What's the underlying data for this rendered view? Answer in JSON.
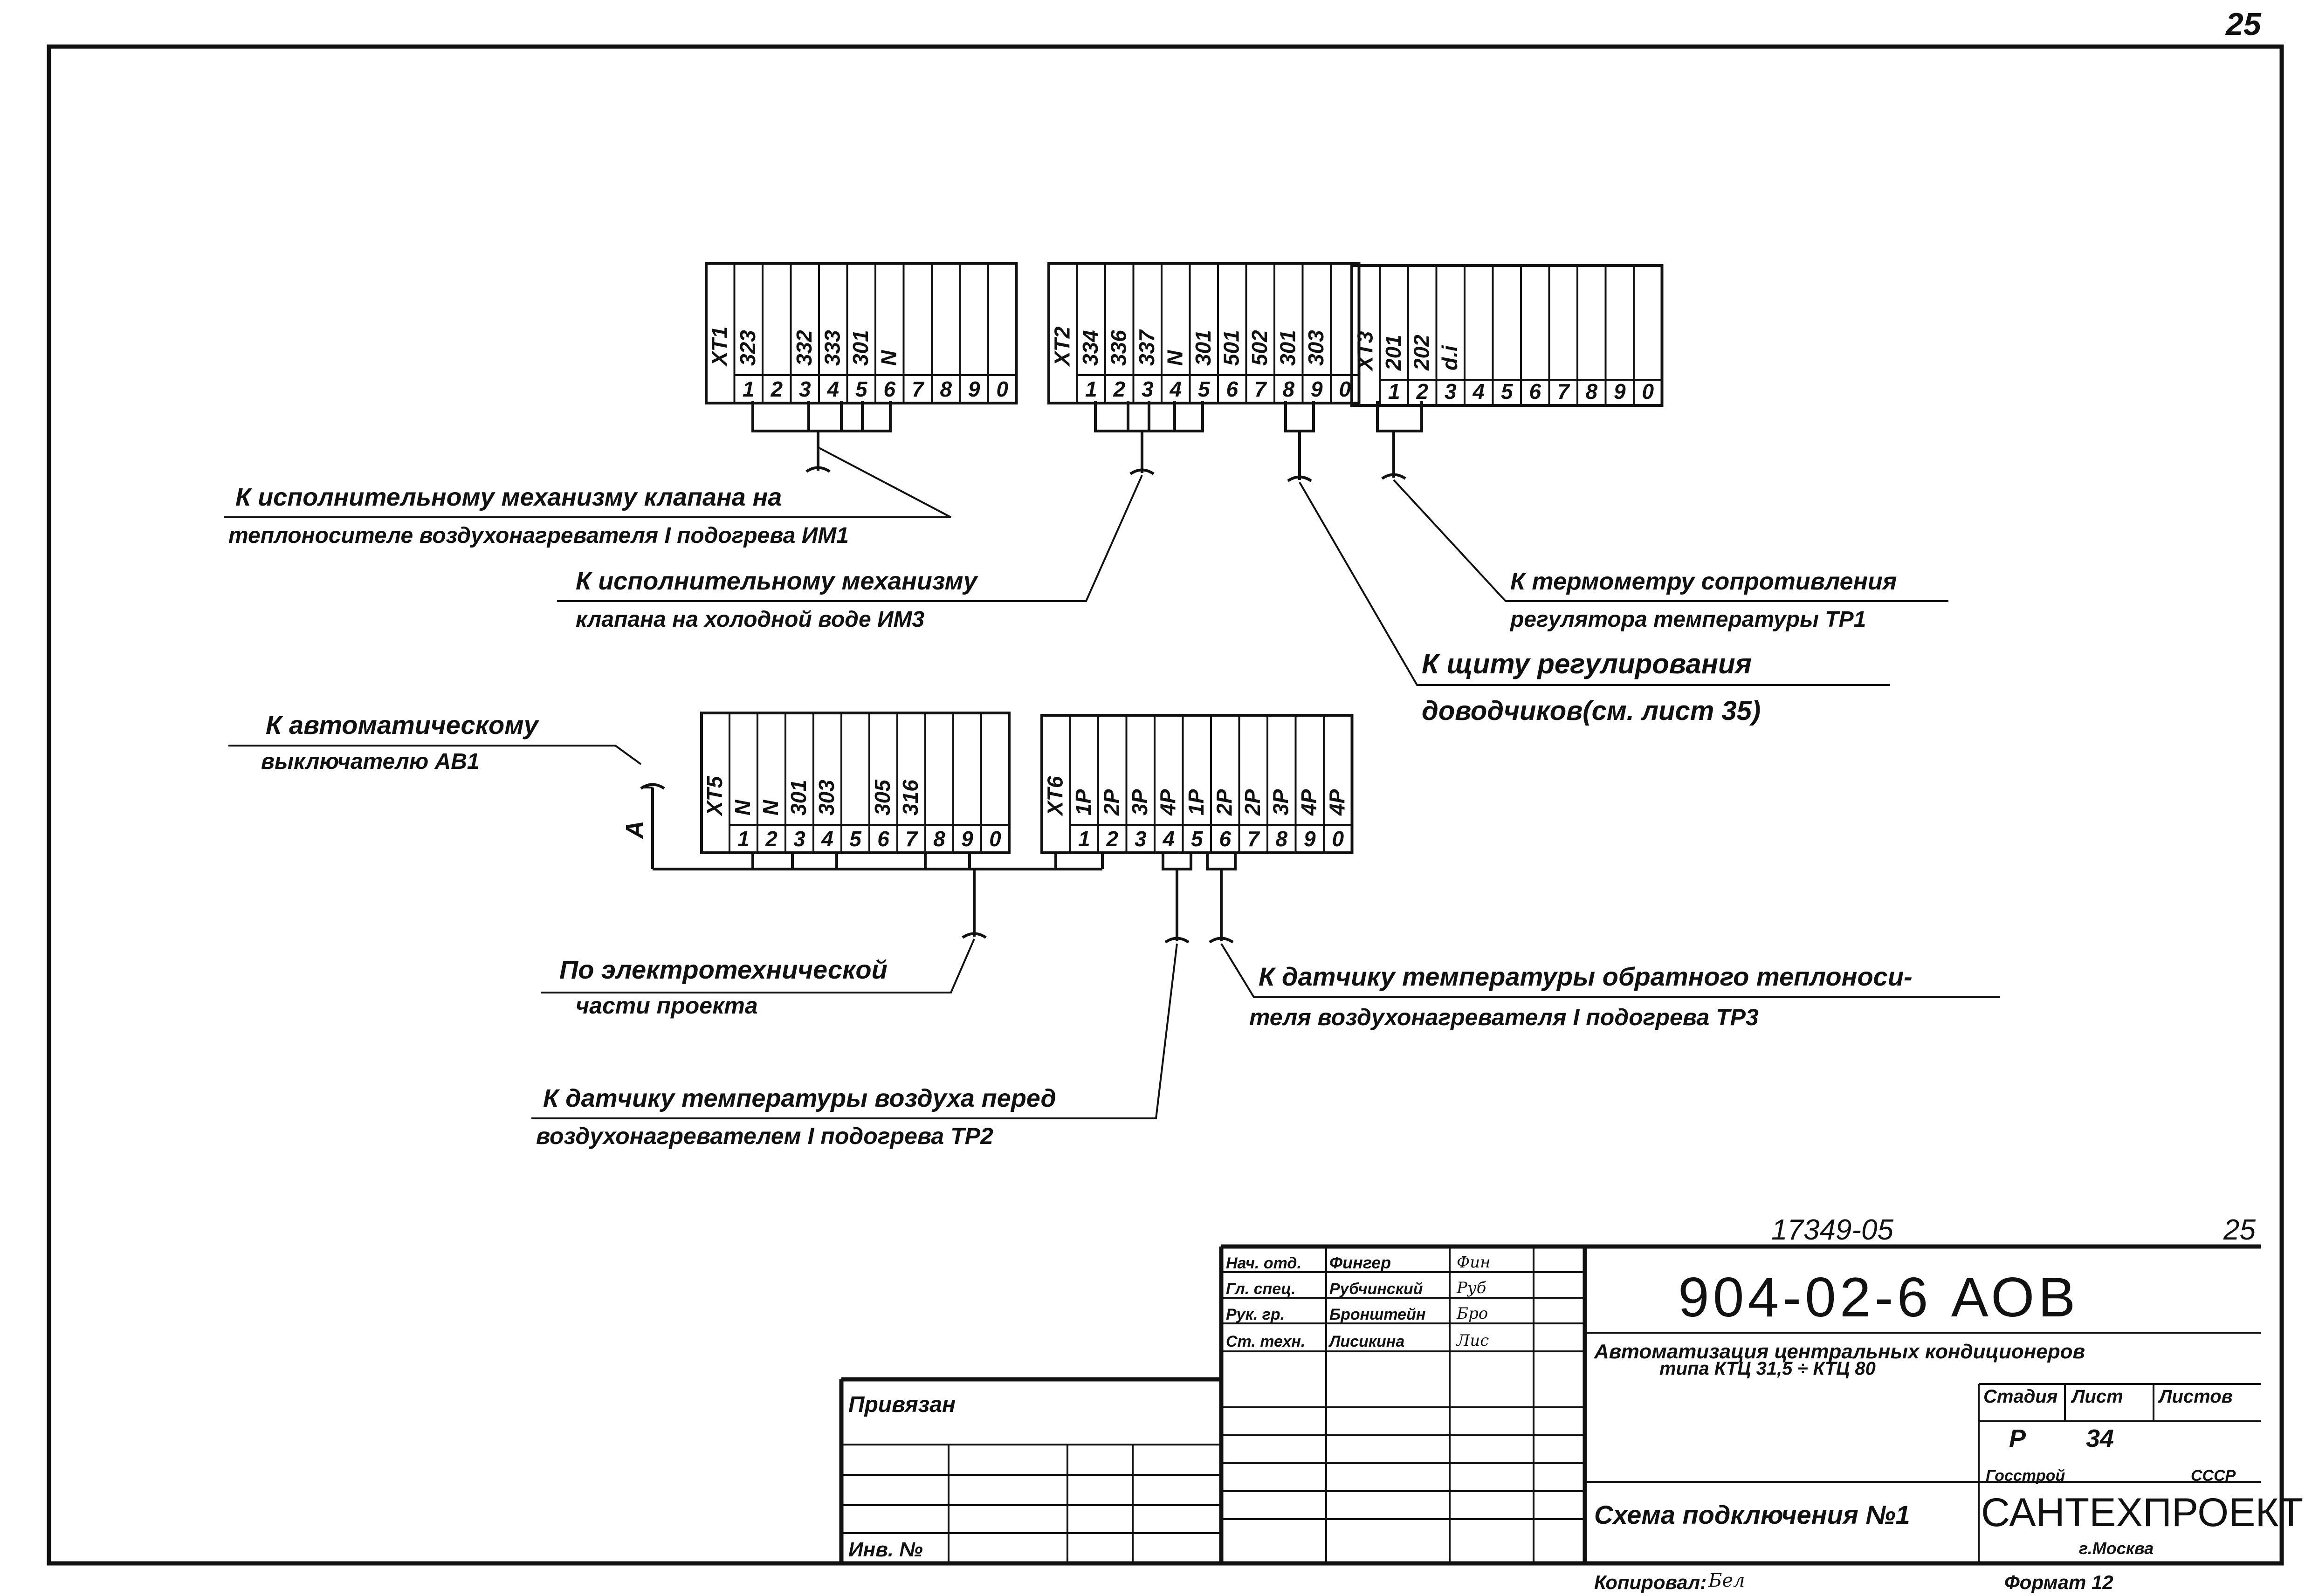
{
  "sheet_corner_number": "25",
  "terminal_strips": [
    {
      "wire_labels": [
        "XT1",
        "323",
        "",
        "332",
        "333",
        "301",
        "N",
        "",
        "",
        "",
        ""
      ],
      "terminal_numbers": [
        "",
        "1",
        "2",
        "3",
        "4",
        "5",
        "6",
        "7",
        "8",
        "9",
        "0"
      ]
    },
    {
      "wire_labels": [
        "XT2",
        "334",
        "336",
        "337",
        "N",
        "301",
        "501",
        "502",
        "301",
        "303",
        ""
      ],
      "terminal_numbers": [
        "",
        "1",
        "2",
        "3",
        "4",
        "5",
        "6",
        "7",
        "8",
        "9",
        "0"
      ]
    },
    {
      "wire_labels": [
        "XT3",
        "201",
        "202",
        "d.i",
        "",
        "",
        "",
        "",
        "",
        "",
        ""
      ],
      "terminal_numbers": [
        "",
        "1",
        "2",
        "3",
        "4",
        "5",
        "6",
        "7",
        "8",
        "9",
        "0"
      ]
    },
    {
      "wire_labels": [
        "XT5",
        "N",
        "N",
        "301",
        "303",
        "",
        "305",
        "316",
        "",
        "",
        ""
      ],
      "terminal_numbers": [
        "",
        "1",
        "2",
        "3",
        "4",
        "5",
        "6",
        "7",
        "8",
        "9",
        "0"
      ]
    },
    {
      "wire_labels": [
        "XT6",
        "1P",
        "2P",
        "3P",
        "4P",
        "1P",
        "2P",
        "2P",
        "3P",
        "4P",
        "4P"
      ],
      "terminal_numbers": [
        "",
        "1",
        "2",
        "3",
        "4",
        "5",
        "6",
        "7",
        "8",
        "9",
        "0"
      ]
    }
  ],
  "callouts": [
    {
      "line1": "К исполнительному механизму клапана на",
      "line2": "теплоносителе воздухонагревателя I подогрева ИМ1"
    },
    {
      "line1": "К исполнительному механизму",
      "line2": "клапана на холодной воде ИМ3"
    },
    {
      "line1": "К термометру сопротивления",
      "line2": "регулятора температуры ТР1"
    },
    {
      "line1": "К щиту регулирования",
      "line2": "доводчиков(см. лист 35)"
    },
    {
      "line1": "К автоматическому",
      "line2": "выключателю АВ1"
    },
    {
      "line1": "По электротехнической",
      "line2": "части проекта"
    },
    {
      "line1": "К датчику температуры обратного теплоноси-",
      "line2": "теля воздухонагревателя I подогрева ТР3"
    },
    {
      "line1": "К датчику температуры воздуха перед",
      "line2": "воздухонагревателем I подогрева ТР2"
    }
  ],
  "cable_mark": "А",
  "title_block": {
    "archive_number": "17349-05",
    "sheet_number_top": "25",
    "document_code": "904-02-6 АОВ",
    "project_title_line1": "Автоматизация центральных кондиционеров",
    "project_title_line2": "типа КТЦ 31,5 ÷ КТЦ 80",
    "roles": [
      "Нач. отд.",
      "Гл. спец.",
      "Рук. гр.",
      "Ст. техн."
    ],
    "names": [
      "Фингер",
      "Рубчинский",
      "Бронштейн",
      "Лисикина"
    ],
    "signatures": [
      "Фин",
      "Руб",
      "Бро",
      "Лис"
    ],
    "stage_header": "Стадия",
    "sheet_header": "Лист",
    "sheets_header": "Листов",
    "stage_value": "Р",
    "sheet_value": "34",
    "sheets_value": "",
    "drawing_name": "Схема подключения №1",
    "org_top_left": "Госстрой",
    "org_top_right": "СССР",
    "org_name": "САНТЕХПРОЕКТ",
    "org_city": "г.Москва",
    "bound_label": "Привязан",
    "inv_label": "Инв. №",
    "copied_label": "Копировал:",
    "copied_sign": "Бел",
    "format_label": "Формат 12"
  }
}
